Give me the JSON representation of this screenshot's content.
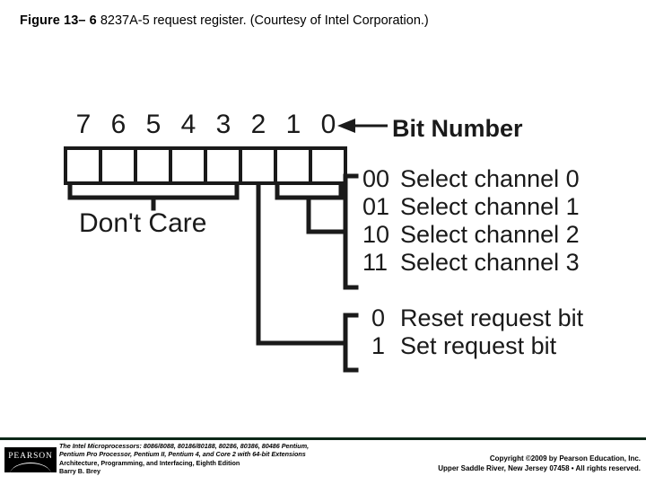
{
  "caption": {
    "figure_label": "Figure 13– 6",
    "text": "8237A-5 request register. (Courtesy of Intel Corporation.)"
  },
  "figure": {
    "bit_numbers": [
      "7",
      "6",
      "5",
      "4",
      "3",
      "2",
      "1",
      "0"
    ],
    "bit_number_label": "Bit Number",
    "dont_care_label": "Don't Care",
    "channel_select": [
      {
        "code": "00",
        "desc": "Select channel 0"
      },
      {
        "code": "01",
        "desc": "Select channel 1"
      },
      {
        "code": "10",
        "desc": "Select channel 2"
      },
      {
        "code": "11",
        "desc": "Select channel 3"
      }
    ],
    "request_bit": [
      {
        "code": "0",
        "desc": "Reset request bit"
      },
      {
        "code": "1",
        "desc": "Set request bit"
      }
    ],
    "line_color": "#1a1a1a"
  },
  "footer": {
    "logo_text": "PEARSON",
    "book_lines": [
      "The Intel Microprocessors: 8086/8088, 80186/80188, 80286, 80386, 80486 Pentium,",
      "Pentium Pro Processor, Pentium II, Pentium 4, and Core 2 with 64-bit Extensions",
      "Architecture, Programming, and Interfacing, Eighth Edition",
      "Barry B. Brey"
    ],
    "copyright_line1": "Copyright ©2009 by Pearson Education, Inc.",
    "copyright_line2": "Upper Saddle River, New Jersey 07458 • All rights reserved.",
    "rule_color": "#0d2818"
  }
}
